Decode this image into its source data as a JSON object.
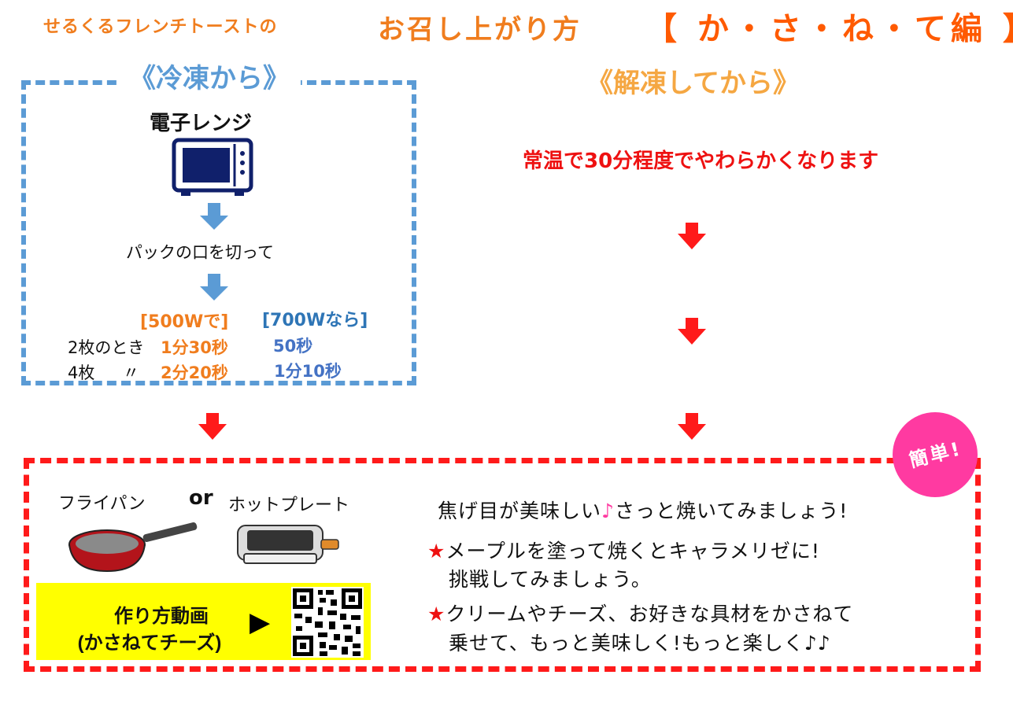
{
  "header": {
    "subtitle": "せるくるフレンチトーストの",
    "title": "お召し上がり方",
    "edition": "【 か・さ・ね・て編 】"
  },
  "frozen": {
    "heading": "《冷凍から》",
    "microwave_label": "電子レンジ",
    "step": "パックの口を切って",
    "col_500": "[500Wで]",
    "col_700": "[700Wなら]",
    "rows": [
      {
        "label": "2枚のとき",
        "v500": "1分30秒",
        "v700": "50秒"
      },
      {
        "label": "4枚",
        "mark": "〃",
        "v500": "2分20秒",
        "v700": "1分10秒"
      }
    ]
  },
  "thawed": {
    "heading": "《解凍してから》",
    "text": "常温で30分程度でやわらかくなります"
  },
  "cook": {
    "badge": "簡単!",
    "pan_label": "フライパン",
    "or": "or",
    "plate_label": "ホットプレート",
    "video_line1": "作り方動画",
    "video_line2": "(かさねてチーズ)",
    "lines": [
      {
        "text": "焦げ目が美味しい",
        "note": "♪",
        "rest": "さっと焼いてみましょう!"
      },
      {
        "star": "★",
        "text": "メープルを塗って焼くとキャラメリゼに!"
      },
      {
        "text": "挑戦してみましょう。"
      },
      {
        "star": "★",
        "text": "クリームやチーズ、お好きな具材をかさねて"
      },
      {
        "text": "乗せて、もっと美味しく!もっと楽しく♪♪"
      }
    ]
  },
  "colors": {
    "orange": "#f07d1e",
    "blue": "#5b9bd5",
    "red": "#ff1a1a",
    "pink": "#ff3aa1",
    "yellow": "#ffff00"
  }
}
